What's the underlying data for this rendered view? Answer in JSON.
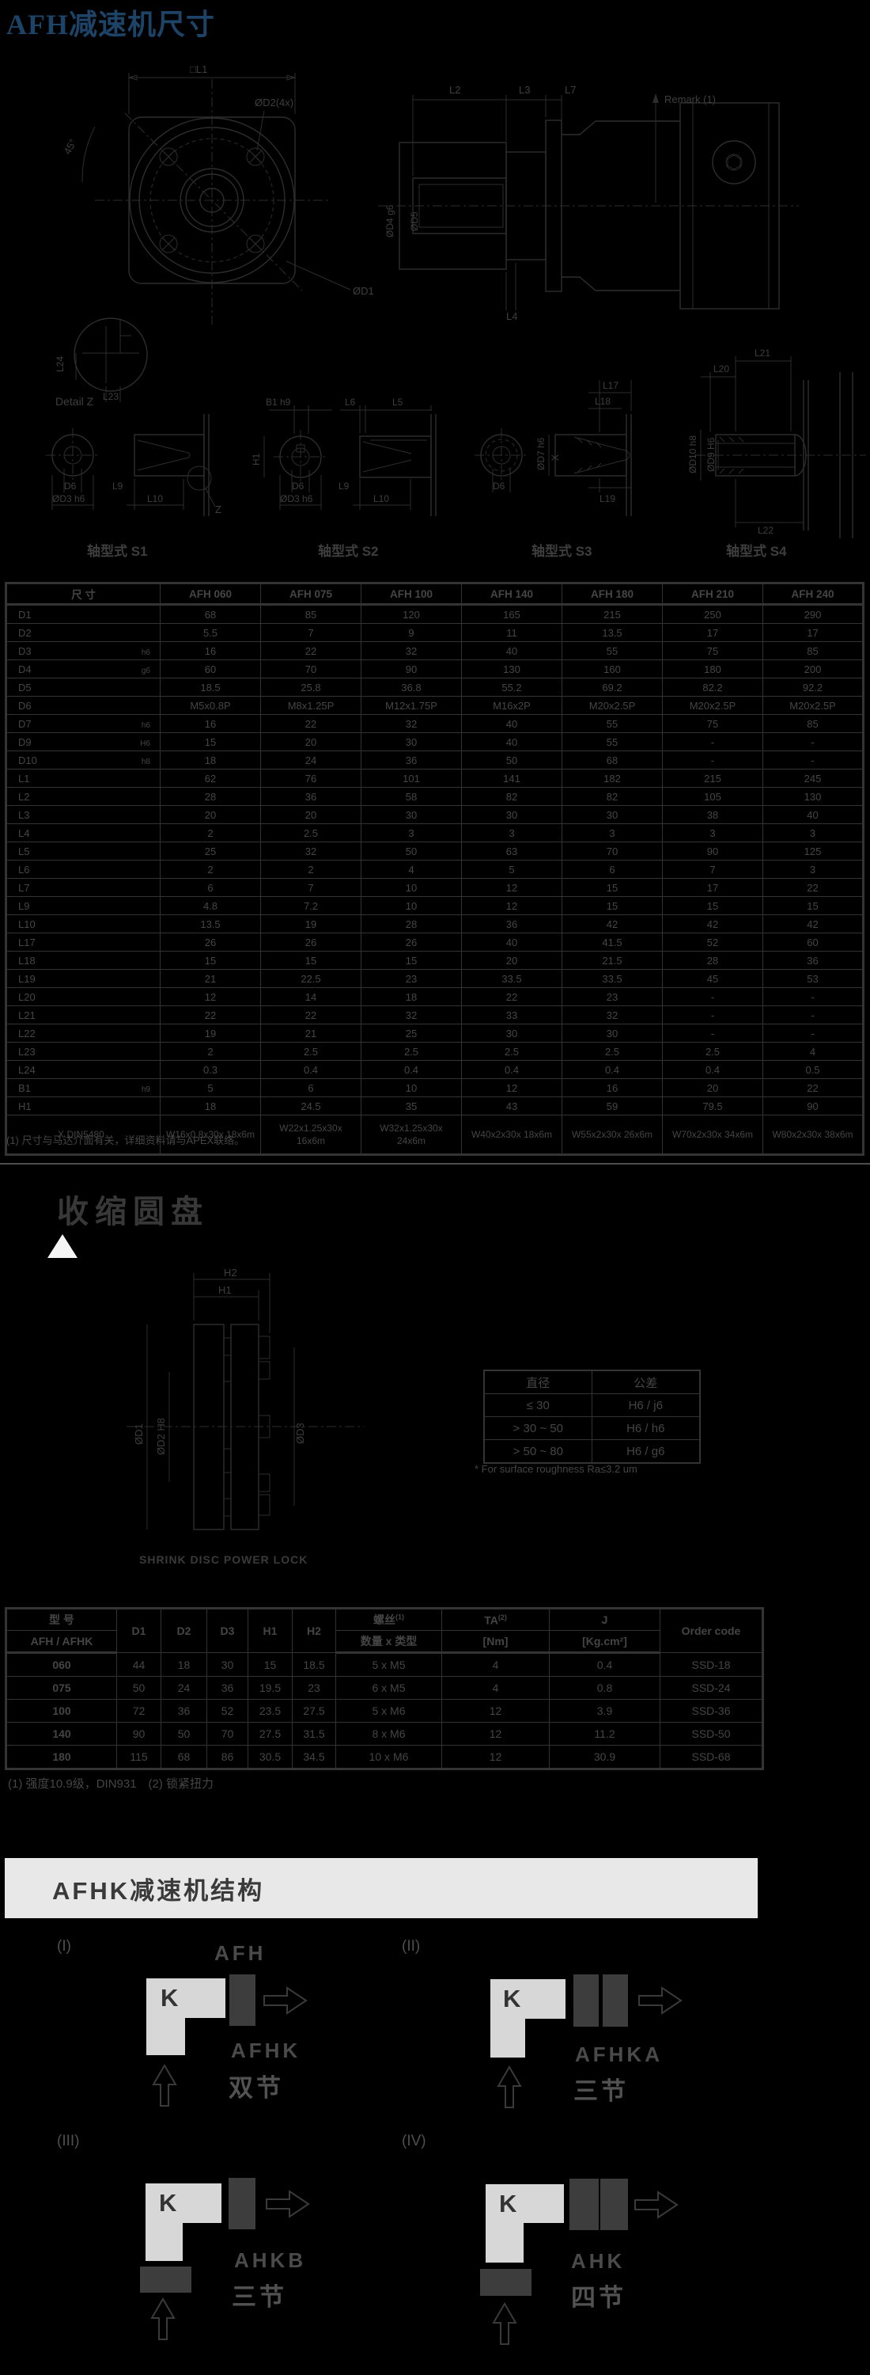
{
  "page": {
    "title": "AFH减速机尺寸"
  },
  "drawings": {
    "front_view": {
      "l1": "□L1",
      "d2": "ØD2(4x)",
      "angle": "45°",
      "d1": "ØD1"
    },
    "side_view": {
      "l2": "L2",
      "l3": "L3",
      "l7": "L7",
      "remark": "Remark (1)",
      "d4": "ØD4 g6",
      "d5": "ØD5",
      "l4": "L4"
    },
    "detail_z": {
      "name": "Detail Z",
      "l23": "L23",
      "l24": "L24"
    },
    "s1": {
      "caption": "轴型式 S1",
      "d6": "D6",
      "d3": "ØD3 h6",
      "l9": "L9",
      "l10": "L10",
      "z": "Z"
    },
    "s2": {
      "caption": "轴型式 S2",
      "b1": "B1 h9",
      "h1": "H1",
      "l6": "L6",
      "l5": "L5",
      "d6": "D6",
      "d3": "ØD3 h6",
      "l9": "L9",
      "l10": "L10"
    },
    "s3": {
      "caption": "轴型式 S3",
      "d6": "D6",
      "d7": "ØD7 h6",
      "x": "X",
      "l17": "L17",
      "l18": "L18",
      "l19": "L19"
    },
    "s4": {
      "caption": "轴型式 S4",
      "l20": "L20",
      "l21": "L21",
      "d10": "ØD10 h8",
      "d9": "ØD9 H6",
      "l22": "L22"
    }
  },
  "dim_table": {
    "header": [
      "尺 寸",
      "AFH 060",
      "AFH 075",
      "AFH 100",
      "AFH 140",
      "AFH 180",
      "AFH 210",
      "AFH 240"
    ],
    "rows": [
      {
        "label": "D1",
        "tol": "",
        "values": [
          "68",
          "85",
          "120",
          "165",
          "215",
          "250",
          "290"
        ]
      },
      {
        "label": "D2",
        "tol": "",
        "values": [
          "5.5",
          "7",
          "9",
          "11",
          "13.5",
          "17",
          "17"
        ]
      },
      {
        "label": "D3",
        "tol": "h6",
        "values": [
          "16",
          "22",
          "32",
          "40",
          "55",
          "75",
          "85"
        ]
      },
      {
        "label": "D4",
        "tol": "g6",
        "values": [
          "60",
          "70",
          "90",
          "130",
          "160",
          "180",
          "200"
        ]
      },
      {
        "label": "D5",
        "tol": "",
        "values": [
          "18.5",
          "25.8",
          "36.8",
          "55.2",
          "69.2",
          "82.2",
          "92.2"
        ]
      },
      {
        "label": "D6",
        "tol": "",
        "values": [
          "M5x0.8P",
          "M8x1.25P",
          "M12x1.75P",
          "M16x2P",
          "M20x2.5P",
          "M20x2.5P",
          "M20x2.5P"
        ]
      },
      {
        "label": "D7",
        "tol": "h6",
        "values": [
          "16",
          "22",
          "32",
          "40",
          "55",
          "75",
          "85"
        ]
      },
      {
        "label": "D9",
        "tol": "H6",
        "values": [
          "15",
          "20",
          "30",
          "40",
          "55",
          "-",
          "-"
        ]
      },
      {
        "label": "D10",
        "tol": "h8",
        "values": [
          "18",
          "24",
          "36",
          "50",
          "68",
          "-",
          "-"
        ]
      },
      {
        "label": "L1",
        "tol": "",
        "values": [
          "62",
          "76",
          "101",
          "141",
          "182",
          "215",
          "245"
        ]
      },
      {
        "label": "L2",
        "tol": "",
        "values": [
          "28",
          "36",
          "58",
          "82",
          "82",
          "105",
          "130"
        ]
      },
      {
        "label": "L3",
        "tol": "",
        "values": [
          "20",
          "20",
          "30",
          "30",
          "30",
          "38",
          "40"
        ]
      },
      {
        "label": "L4",
        "tol": "",
        "values": [
          "2",
          "2.5",
          "3",
          "3",
          "3",
          "3",
          "3"
        ]
      },
      {
        "label": "L5",
        "tol": "",
        "values": [
          "25",
          "32",
          "50",
          "63",
          "70",
          "90",
          "125"
        ]
      },
      {
        "label": "L6",
        "tol": "",
        "values": [
          "2",
          "2",
          "4",
          "5",
          "6",
          "7",
          "3"
        ]
      },
      {
        "label": "L7",
        "tol": "",
        "values": [
          "6",
          "7",
          "10",
          "12",
          "15",
          "17",
          "22"
        ]
      },
      {
        "label": "L9",
        "tol": "",
        "values": [
          "4.8",
          "7.2",
          "10",
          "12",
          "15",
          "15",
          "15"
        ]
      },
      {
        "label": "L10",
        "tol": "",
        "values": [
          "13.5",
          "19",
          "28",
          "36",
          "42",
          "42",
          "42"
        ]
      },
      {
        "label": "L17",
        "tol": "",
        "values": [
          "26",
          "26",
          "26",
          "40",
          "41.5",
          "52",
          "60"
        ]
      },
      {
        "label": "L18",
        "tol": "",
        "values": [
          "15",
          "15",
          "15",
          "20",
          "21.5",
          "28",
          "36"
        ]
      },
      {
        "label": "L19",
        "tol": "",
        "values": [
          "21",
          "22.5",
          "23",
          "33.5",
          "33.5",
          "45",
          "53"
        ]
      },
      {
        "label": "L20",
        "tol": "",
        "values": [
          "12",
          "14",
          "18",
          "22",
          "23",
          "-",
          "-"
        ]
      },
      {
        "label": "L21",
        "tol": "",
        "values": [
          "22",
          "22",
          "32",
          "33",
          "32",
          "-",
          "-"
        ]
      },
      {
        "label": "L22",
        "tol": "",
        "values": [
          "19",
          "21",
          "25",
          "30",
          "30",
          "-",
          "-"
        ]
      },
      {
        "label": "L23",
        "tol": "",
        "values": [
          "2",
          "2.5",
          "2.5",
          "2.5",
          "2.5",
          "2.5",
          "4"
        ]
      },
      {
        "label": "L24",
        "tol": "",
        "values": [
          "0.3",
          "0.4",
          "0.4",
          "0.4",
          "0.4",
          "0.4",
          "0.5"
        ]
      },
      {
        "label": "B1",
        "tol": "h9",
        "values": [
          "5",
          "6",
          "10",
          "12",
          "16",
          "20",
          "22"
        ]
      },
      {
        "label": "H1",
        "tol": "",
        "values": [
          "18",
          "24.5",
          "35",
          "43",
          "59",
          "79.5",
          "90"
        ]
      },
      {
        "label": "X DIN5480",
        "tol": "",
        "values": [
          "W16x0.8x30x 18x6m",
          "W22x1.25x30x 16x6m",
          "W32x1.25x30x 24x6m",
          "W40x2x30x 18x6m",
          "W55x2x30x 26x6m",
          "W70x2x30x 34x6m",
          "W80x2x30x 38x6m"
        ]
      }
    ],
    "footnote": "(1) 尺寸与马达介面有关，详细资料请与APEX联络。"
  },
  "shrink": {
    "heading": "收缩圆盘",
    "drawing_caption": "SHRINK DISC POWER LOCK",
    "drawing_labels": {
      "h2": "H2",
      "h1": "H1",
      "d1": "ØD1",
      "d2": "ØD2 H8",
      "d3": "ØD3"
    },
    "tol_table": {
      "headers": [
        "直径",
        "公差"
      ],
      "rows": [
        [
          "≤ 30",
          "H6 / j6"
        ],
        [
          "> 30 ~ 50",
          "H6 / h6"
        ],
        [
          "> 50 ~ 80",
          "H6 / g6"
        ]
      ],
      "note": "* For surface roughness Ra≤3.2 um"
    },
    "table": {
      "h_model": "型  号",
      "h_model2": "AFH / AFHK",
      "h_d1": "D1",
      "h_d2": "D2",
      "h_d3": "D3",
      "h_h1": "H1",
      "h_h2": "H2",
      "h_screw": "螺丝",
      "h_screw_sup": "(1)",
      "h_screw2": "数量 x 类型",
      "h_ta": "TA",
      "h_ta_sup": "(2)",
      "h_ta2": "[Nm]",
      "h_j": "J",
      "h_j2": "[Kg.cm²]",
      "h_order": "Order code",
      "rows": [
        [
          "060",
          "44",
          "18",
          "30",
          "15",
          "18.5",
          "5 x M5",
          "4",
          "0.4",
          "SSD-18"
        ],
        [
          "075",
          "50",
          "24",
          "36",
          "19.5",
          "23",
          "6 x M5",
          "4",
          "0.8",
          "SSD-24"
        ],
        [
          "100",
          "72",
          "36",
          "52",
          "23.5",
          "27.5",
          "5 x M6",
          "12",
          "3.9",
          "SSD-36"
        ],
        [
          "140",
          "90",
          "50",
          "70",
          "27.5",
          "31.5",
          "8 x M6",
          "12",
          "11.2",
          "SSD-50"
        ],
        [
          "180",
          "115",
          "68",
          "86",
          "30.5",
          "34.5",
          "10 x M6",
          "12",
          "30.9",
          "SSD-68"
        ]
      ],
      "footnote": "(1) 强度10.9级，DIN931　(2) 锁紧扭力"
    }
  },
  "structure": {
    "banner": "AFHK减速机结构",
    "k_letter": "K",
    "diagrams": [
      {
        "index": "(I)",
        "top_label": "AFH",
        "name": "AFHK",
        "sub": "双节"
      },
      {
        "index": "(II)",
        "top_label": "",
        "name": "AFHKA",
        "sub": "三节"
      },
      {
        "index": "(III)",
        "top_label": "",
        "name": "AHKB",
        "sub": "三节"
      },
      {
        "index": "(IV)",
        "top_label": "",
        "name": "AHK",
        "sub": "四节"
      }
    ]
  }
}
